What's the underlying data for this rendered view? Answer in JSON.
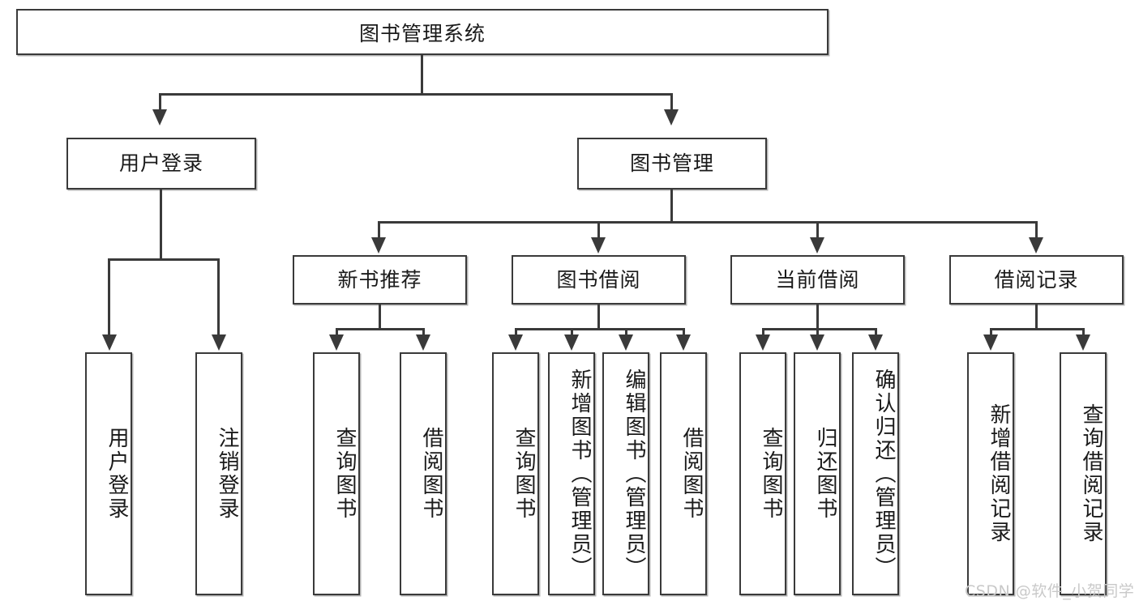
{
  "diagram": {
    "title": "图书管理系统",
    "type": "hierarchy-tree",
    "root": {
      "label": "图书管理系统"
    },
    "level2": [
      {
        "id": "user-login",
        "label": "用户登录"
      },
      {
        "id": "book-management",
        "label": "图书管理"
      }
    ],
    "level3": [
      {
        "id": "new-book-recommend",
        "label": "新书推荐"
      },
      {
        "id": "book-borrow",
        "label": "图书借阅"
      },
      {
        "id": "current-borrow",
        "label": "当前借阅"
      },
      {
        "id": "borrow-record",
        "label": "借阅记录"
      }
    ],
    "leaves": {
      "user_login": [
        {
          "id": "leaf-user-login",
          "label": "用户登录"
        },
        {
          "id": "leaf-logout",
          "label": "注销登录"
        }
      ],
      "new_book_recommend": [
        {
          "id": "leaf-query-book-1",
          "label": "查询图书"
        },
        {
          "id": "leaf-borrow-book-1",
          "label": "借阅图书"
        }
      ],
      "book_borrow": [
        {
          "id": "leaf-query-book-2",
          "label": "查询图书"
        },
        {
          "id": "leaf-add-book",
          "label": "新增图书（管理员）"
        },
        {
          "id": "leaf-edit-book",
          "label": "编辑图书（管理员）"
        },
        {
          "id": "leaf-borrow-book-2",
          "label": "借阅图书"
        }
      ],
      "current_borrow": [
        {
          "id": "leaf-query-book-3",
          "label": "查询图书"
        },
        {
          "id": "leaf-return-book",
          "label": "归还图书"
        },
        {
          "id": "leaf-confirm-return",
          "label": "确认归还（管理员）"
        }
      ],
      "borrow_record": [
        {
          "id": "leaf-add-borrow-record",
          "label": "新增借阅记录"
        },
        {
          "id": "leaf-query-borrow-record",
          "label": "查询借阅记录"
        }
      ]
    }
  },
  "watermark": {
    "text": "CSDN @软件_小贺同学"
  },
  "colors": {
    "border": "#3a3a3a",
    "background": "#ffffff",
    "text": "#1a1a1a",
    "watermark": "#c9c9c9"
  }
}
